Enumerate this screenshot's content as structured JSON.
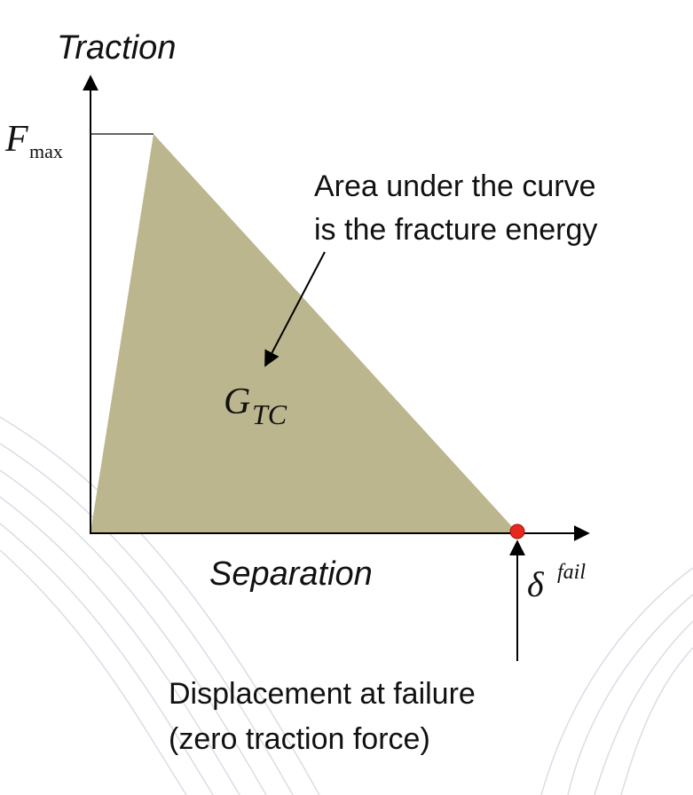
{
  "y_axis_label": "Traction",
  "x_axis_label": "Separation",
  "peak_label": {
    "symbol": "F",
    "subscript": "max"
  },
  "failure_label": {
    "symbol": "δ",
    "superscript": "fail"
  },
  "area_label": {
    "symbol": "G",
    "subscript": "TC"
  },
  "area_note": [
    "Area under the curve",
    "is the fracture energy"
  ],
  "failure_note": [
    "Displacement at failure",
    "(zero traction force)"
  ],
  "colors": {
    "fill": "#bcb68e",
    "axis": "#000000",
    "marker": "#e8281e",
    "wave": "#d9dde6"
  }
}
